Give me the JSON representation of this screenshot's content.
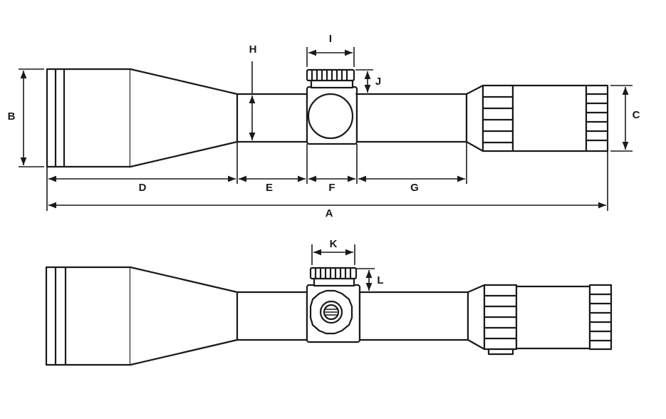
{
  "labels": {
    "a": "A",
    "b": "B",
    "c": "C",
    "d": "D",
    "e": "E",
    "f": "F",
    "g": "G",
    "h": "H",
    "i": "I",
    "j": "J",
    "k": "K",
    "l": "L"
  },
  "colors": {
    "line": "#1a1a1a",
    "background": "#ffffff"
  },
  "icons": {
    "turret_logo": "sig-logo-icon"
  }
}
